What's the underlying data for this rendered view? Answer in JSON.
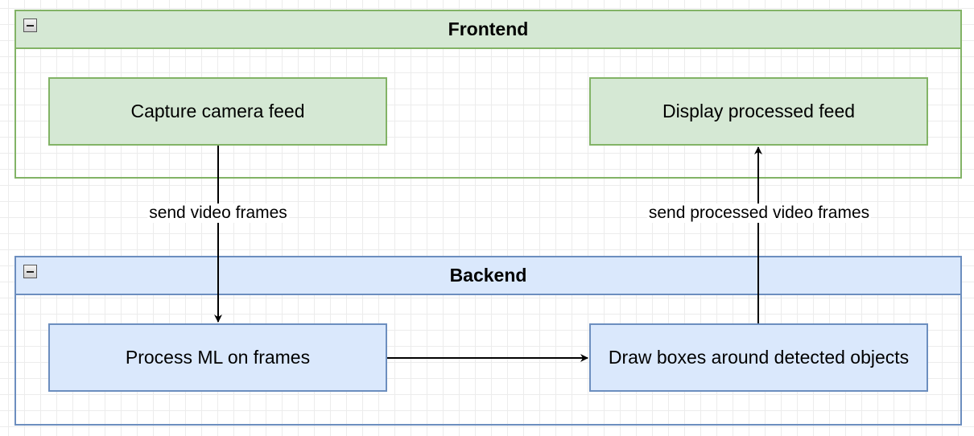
{
  "lanes": {
    "frontend": {
      "title": "Frontend"
    },
    "backend": {
      "title": "Backend"
    }
  },
  "nodes": {
    "capture": {
      "label": "Capture camera feed"
    },
    "display": {
      "label": "Display processed feed"
    },
    "process": {
      "label": "Process ML on frames"
    },
    "draw": {
      "label": "Draw boxes around detected objects"
    }
  },
  "edges": {
    "send_frames": {
      "label": "send video frames"
    },
    "send_processed": {
      "label": "send processed video frames"
    }
  },
  "colors": {
    "frontend_fill": "#d5e8d4",
    "frontend_stroke": "#82b366",
    "backend_fill": "#dae8fc",
    "backend_stroke": "#6c8ebf",
    "edge": "#000000"
  },
  "icons": {
    "lane_toggle": "collapse-minus-icon",
    "edge_head": "arrowhead-icon"
  }
}
